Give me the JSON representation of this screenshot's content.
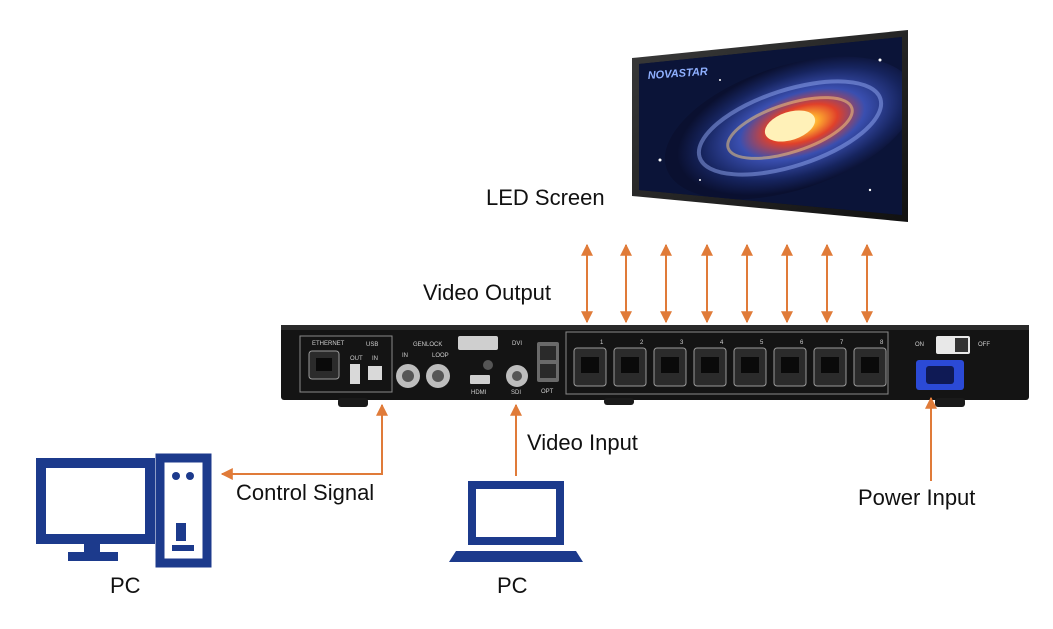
{
  "screen": {
    "brand_logo": "NOVASTAR",
    "label": "LED Screen"
  },
  "device": {
    "port_labels": {
      "ethernet": "ETHERNET",
      "usb": "USB",
      "usb_out": "OUT",
      "usb_in": "IN",
      "genlock": "GENLOCK",
      "genlock_in": "IN",
      "genlock_loop": "LOOP",
      "dvi": "DVI",
      "hdmi": "HDMI",
      "sdi": "SDI",
      "opt": "OPT",
      "on": "ON",
      "off": "OFF"
    },
    "output_ports": [
      "1",
      "2",
      "3",
      "4",
      "5",
      "6",
      "7",
      "8"
    ]
  },
  "labels": {
    "video_output": "Video Output",
    "video_input": "Video Input",
    "control_signal": "Control Signal",
    "power_input": "Power Input",
    "pc_desktop": "PC",
    "pc_laptop": "PC"
  },
  "colors": {
    "arrow": "#e07b39",
    "pc_icon": "#1c3a8c",
    "device_body": "#141414",
    "text": "#111111"
  },
  "icons": {
    "desktop": "desktop-pc-icon",
    "laptop": "laptop-pc-icon"
  }
}
